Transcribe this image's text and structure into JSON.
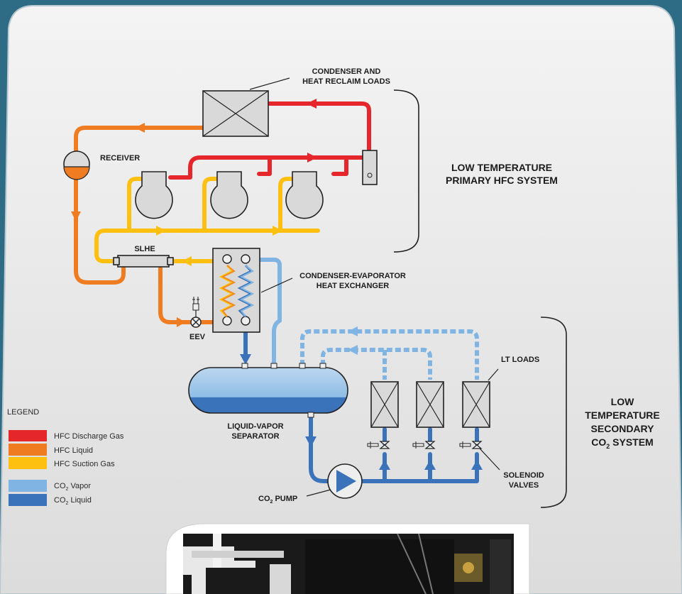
{
  "colors": {
    "hfc_discharge": "#e5262b",
    "hfc_liquid": "#f07c21",
    "hfc_suction": "#fdc010",
    "co2_vapor": "#7fb4e3",
    "co2_liquid": "#3b73bb",
    "panel": "#ececec",
    "frame": "#2d6c84"
  },
  "labels": {
    "condenser": [
      "CONDENSER AND",
      "HEAT RECLAIM LOADS"
    ],
    "receiver": "RECEIVER",
    "slhe": "SLHE",
    "cond_evap": [
      "CONDENSER-EVAPORATOR",
      "HEAT EXCHANGER"
    ],
    "eev": "EEV",
    "lv_separator": [
      "LIQUID-VAPOR",
      "SEPARATOR"
    ],
    "co2_pump_prefix": "CO",
    "co2_pump_sub": "2",
    "co2_pump_suffix": " PUMP",
    "lt_loads": "LT LOADS",
    "solenoid": [
      "SOLENOID",
      "VALVES"
    ],
    "primary_system": [
      "LOW TEMPERATURE",
      "PRIMARY HFC SYSTEM"
    ],
    "secondary_system": [
      "LOW",
      "TEMPERATURE",
      "SECONDARY"
    ],
    "secondary_co2_prefix": "CO",
    "secondary_co2_sub": "2",
    "secondary_co2_suffix": " SYSTEM"
  },
  "legend": {
    "title": "LEGEND",
    "items": [
      {
        "label": "HFC Discharge Gas"
      },
      {
        "label": "HFC Liquid"
      },
      {
        "label": "HFC Suction Gas"
      },
      {
        "prefix": "CO",
        "sub": "2",
        "suffix": " Vapor"
      },
      {
        "prefix": "CO",
        "sub": "2",
        "suffix": " Liquid"
      }
    ]
  }
}
